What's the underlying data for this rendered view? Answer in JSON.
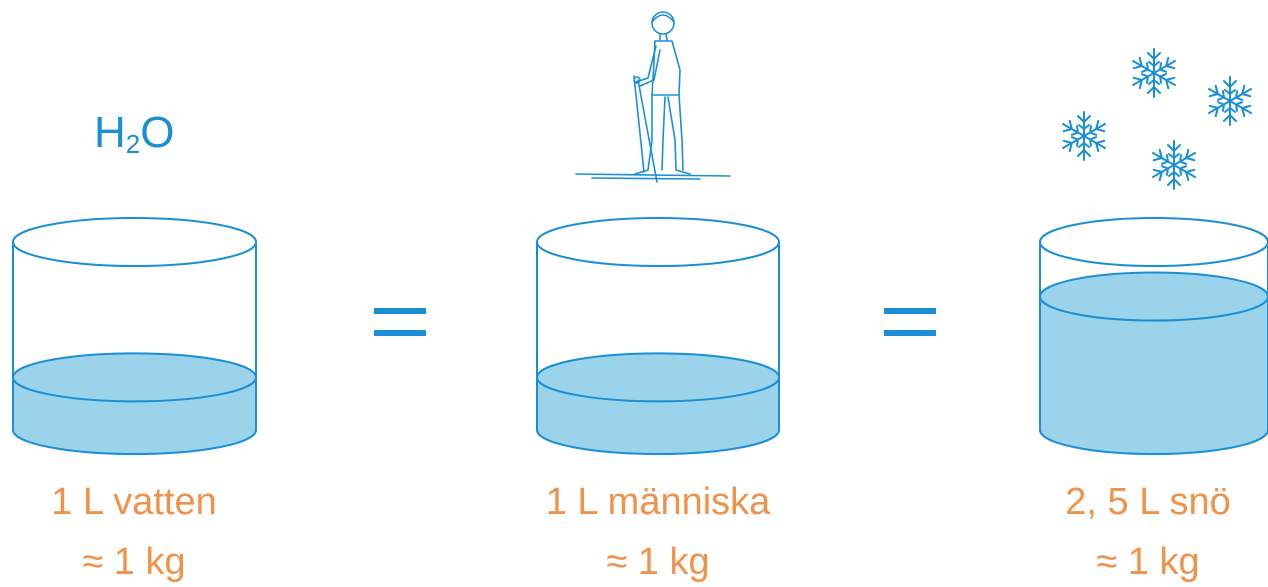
{
  "colors": {
    "outline": "#1A8FD6",
    "water": "#9BD3EA",
    "label": "#F0924A"
  },
  "formula": {
    "h": "H",
    "sub": "2",
    "o": "O"
  },
  "icons": [
    "skier-icon",
    "snowflake-icon"
  ],
  "containers": [
    {
      "id": "water",
      "fill_fraction": 0.28,
      "label_line1": "1 L vatten",
      "label_line2": "≈ 1 kg"
    },
    {
      "id": "human",
      "fill_fraction": 0.28,
      "label_line1": "1 L människa",
      "label_line2": "≈ 1 kg"
    },
    {
      "id": "snow",
      "fill_fraction": 0.71,
      "label_line1": "2, 5 L snö",
      "label_line2": "≈ 1 kg"
    }
  ]
}
